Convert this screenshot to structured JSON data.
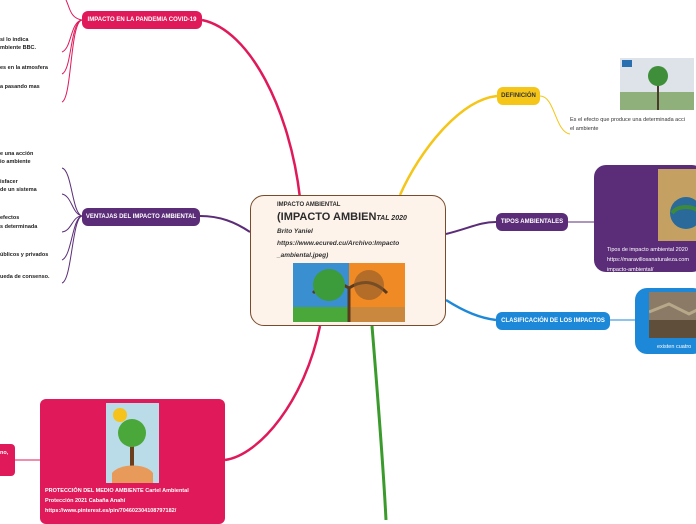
{
  "center": {
    "line1": "IMPACTO AMBIENTAL",
    "line2": "(IMPACTO AMBIEN",
    "line2_tail": "TAL 2020",
    "author": "Brito Yaniel",
    "url1": "https://www.ecured.cu/Archivo:Impacto",
    "url2": "_ambiental.jpeg)"
  },
  "branches": {
    "pandemia": "IMPACTO EN LA PANDEMIA  COVID-19",
    "ventajas": "VENTAJAS DEL IMPACTO AMBIENTAL",
    "definicion": "DEFINICIÓN",
    "tipos": "TIPOS AMBIENTALES",
    "clasificacion": "CLASIFICACIÓN DE LOS IMPACTOS"
  },
  "pandemia_leaves": [
    "si lo indica",
    "mbiente BBC.",
    "es en la atmosfera",
    "a pasando mas"
  ],
  "ventajas_leaves": [
    "e una acción",
    "io ambiente",
    "isfacer",
    "de un sistema",
    "efectos",
    "s determinada",
    "úblicos y privados",
    "ueda de consenso."
  ],
  "definicion_text": [
    "Es el efecto que produce una determinada acci",
    "el ambiente"
  ],
  "tipos_text": [
    "Tipos de impacto ambiental 2020",
    "https://maravillosanaturaleza.com",
    "impacto-ambiental/"
  ],
  "clasificacion_text": "existen cuatro",
  "proteccion_card": [
    "PROTECCIÓN DEL MEDIO AMBIENTE Cartel Ambiental",
    "Protección 2021 Cabaña Anahí",
    "https://www.pinterest.es/pin/704602304108797182/"
  ],
  "left_stub_text": "no,",
  "colors": {
    "pink": "#e0195a",
    "purple": "#5b2d78",
    "yellow": "#f5c518",
    "blue": "#1e88d8",
    "green": "#3a9b2c",
    "brown": "#7a4a2a"
  }
}
